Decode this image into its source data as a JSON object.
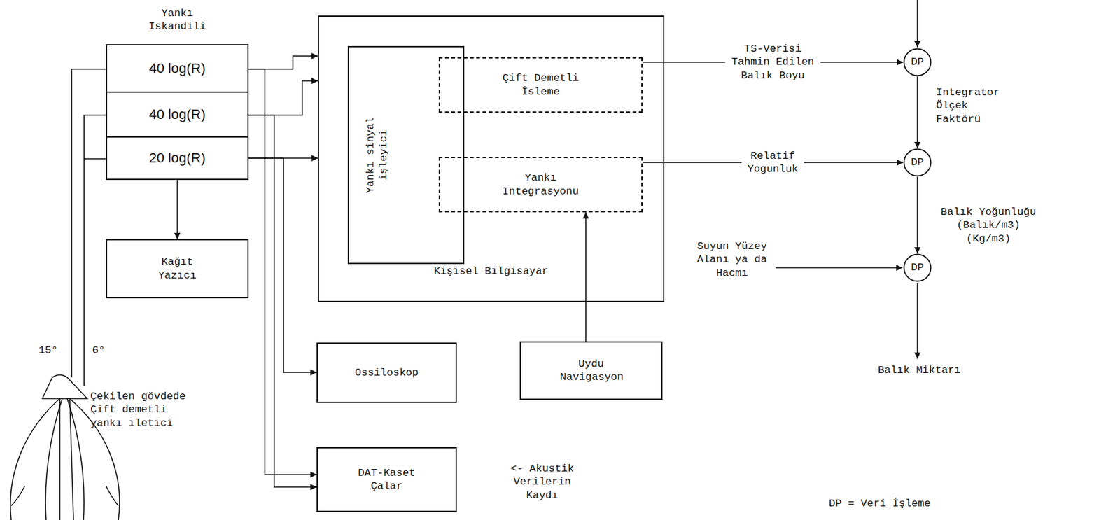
{
  "diagram": {
    "nodes": [
      {
        "text": [
          "Yankı Iskandili"
        ]
      },
      {
        "text": [
          "40 log(R)"
        ],
        "in": 0
      },
      {
        "text": [
          "40 log(R)"
        ],
        "in": 0
      },
      {
        "text": [
          "20 log(R)"
        ],
        "in": 0
      },
      {
        "text": [
          "Kağıt Yazıcı"
        ]
      },
      {
        "text": [
          "Kişisel Bilgisayar"
        ]
      },
      {
        "text": [
          "Yankı sinyal işleyici"
        ],
        "in": 5
      },
      {
        "text": [
          "Çift Demetli İsleme"
        ],
        "in": 5
      },
      {
        "text": [
          "Yankı Integrasyonu"
        ],
        "in": 5
      },
      {
        "text": [
          "Ossiloskop"
        ]
      },
      {
        "text": [
          "Uydu Navigasyon"
        ]
      },
      {
        "text": [
          "DAT-Kaset Çalar"
        ]
      },
      {
        "text": [
          "DP"
        ]
      },
      {
        "text": [
          "DP"
        ]
      },
      {
        "text": [
          "DP"
        ]
      }
    ],
    "edges": [
      {
        "from": 1,
        "to": 5,
        "arrow": "to"
      },
      {
        "from": 2,
        "to": 5,
        "arrow": "to"
      },
      {
        "from": 3,
        "to": 5,
        "arrow": "to"
      },
      {
        "from": 1,
        "to": 11,
        "arrow": "to"
      },
      {
        "from": 2,
        "to": 11,
        "arrow": "to"
      },
      {
        "from": 3,
        "to": 9,
        "arrow": "to"
      },
      {
        "from": 0,
        "to": 4,
        "arrow": "to"
      },
      {
        "from": 10,
        "to": 8,
        "arrow": "to"
      },
      {
        "from": 7,
        "to": 12,
        "label": "TS-Verisi Tahmin Edilen Balık Boyu",
        "arrow": "to"
      },
      {
        "from": 8,
        "to": 13,
        "label": "Relatif Yogunluk",
        "arrow": "to"
      },
      {
        "from": 12,
        "to": 13,
        "arrow": "to"
      },
      {
        "from": 13,
        "to": 14,
        "arrow": "to"
      }
    ],
    "labels": [
      "15°",
      "6°",
      "Çekilen gövdede Çift demetli yankı iletici",
      "Integrator Ölçek Faktörü",
      "Balık Yoğunluğu (Balık/m3) (Kg/m3)",
      "Suyun Yüzey Alanı ya da Hacmı",
      "Balık Miktarı",
      "<- Akustik Verilerin Kaydı",
      "DP = Veri İşleme"
    ]
  }
}
